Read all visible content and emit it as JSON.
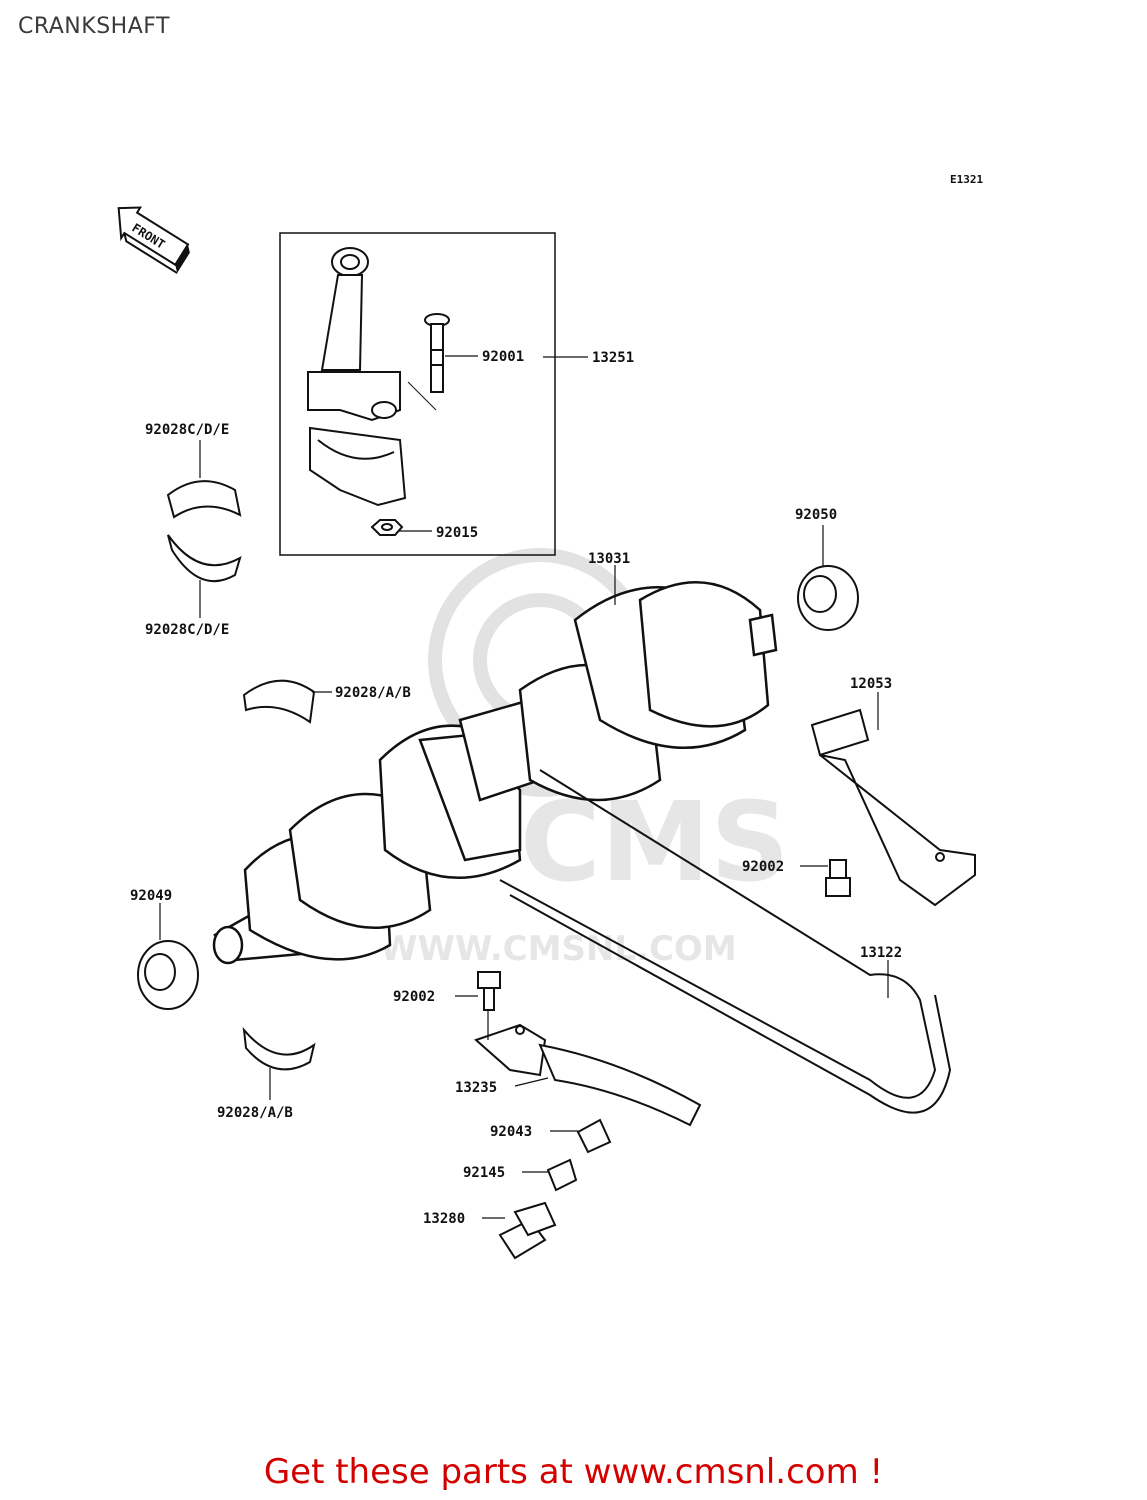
{
  "title": "CRANKSHAFT",
  "diagram_code": "E1321",
  "front_label": "FRONT",
  "watermark": {
    "brand": "CMS",
    "url": "WWW.CMSNL.COM"
  },
  "parts": {
    "conrod_bolt": "92001",
    "conrod_assy": "13251",
    "upper_bearing": "92028C/D/E",
    "lower_bearing": "92028C/D/E",
    "nut": "92015",
    "oil_seal_right": "92050",
    "crankshaft": "13031",
    "main_bearing_upper": "92028/A/B",
    "guide": "12053",
    "guide_bolt": "92002",
    "oil_seal_left": "92049",
    "cam_chain": "13122",
    "tensioner_bolt": "92002",
    "main_bearing_lower": "92028/A/B",
    "tensioner": "13235",
    "tensioner_pin": "92043",
    "spring": "92145",
    "tensioner_plug": "13280"
  },
  "footer": "Get these parts at www.cmsnl.com !",
  "colors": {
    "footer": "#d40000",
    "line": "#111111",
    "watermark": "#e4e4e4"
  }
}
